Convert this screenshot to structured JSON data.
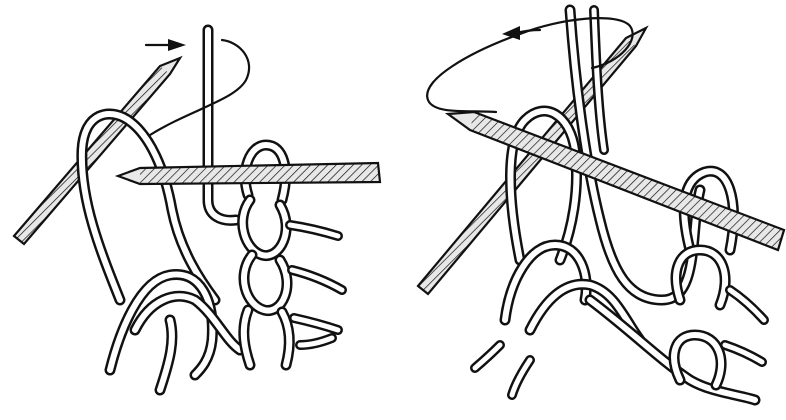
{
  "figure": {
    "panels": [
      {
        "id": "left",
        "needles": 2,
        "loops_on_needle": 1,
        "arrow_direction": "right"
      },
      {
        "id": "right",
        "needles": 2,
        "loops_on_needle": 2,
        "arrow_direction": "left"
      }
    ],
    "line_color": "#111111",
    "background_color": "#ffffff",
    "icons": [
      "knitting-needle-icon",
      "yarn-strand-icon",
      "direction-arrow-icon"
    ]
  }
}
